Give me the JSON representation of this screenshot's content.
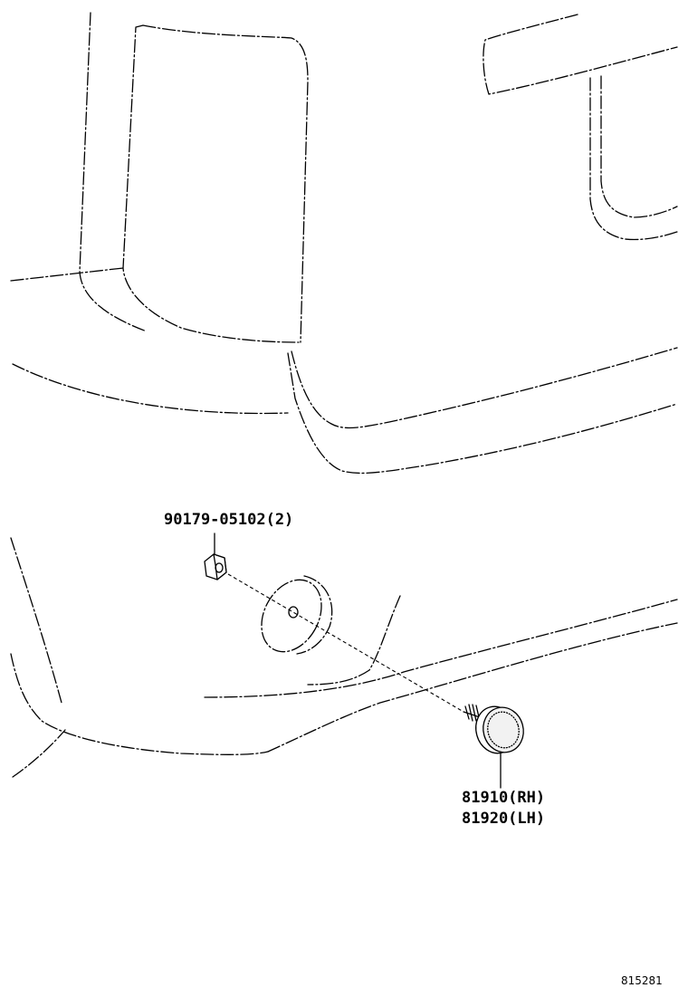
{
  "parts": {
    "nut": {
      "label": "90179-05102(2)"
    },
    "reflector_rh": {
      "label": "81910(RH)"
    },
    "reflector_lh": {
      "label": "81920(LH)"
    }
  },
  "diagram_id": "815281",
  "colors": {
    "line": "#000000",
    "background": "#ffffff"
  }
}
